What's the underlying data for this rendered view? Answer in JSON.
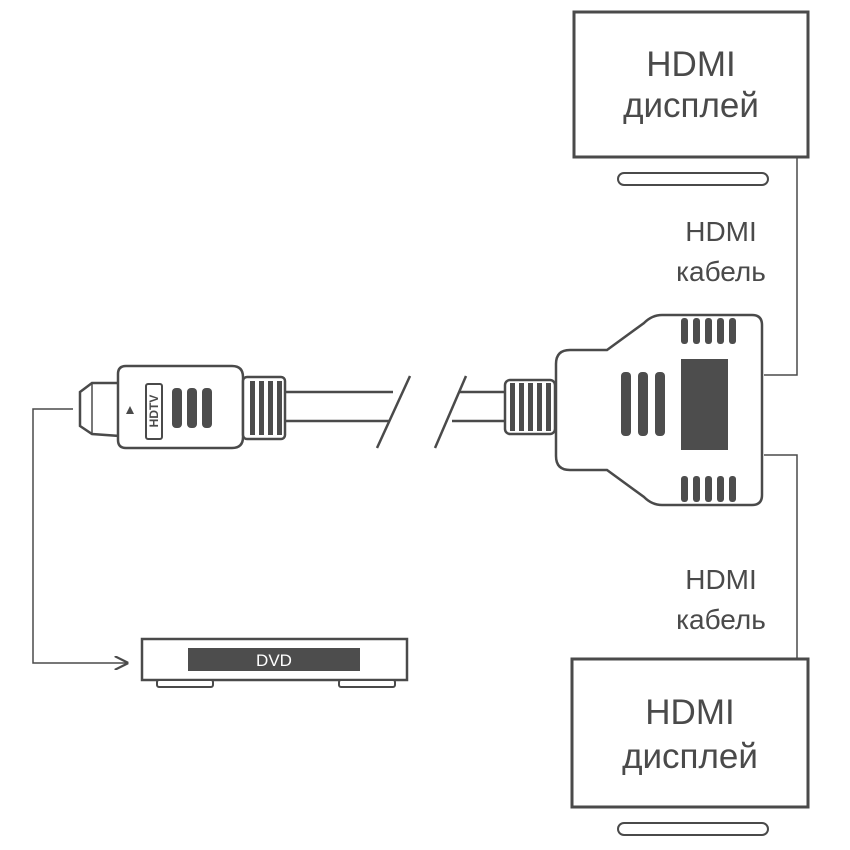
{
  "displays": {
    "top": {
      "line1": "HDMI",
      "line2": "дисплей"
    },
    "bottom": {
      "line1": "HDMI",
      "line2": "дисплей"
    }
  },
  "cables": {
    "top": {
      "line1": "HDMI",
      "line2": "кабель"
    },
    "bottom": {
      "line1": "HDMI",
      "line2": "кабель"
    }
  },
  "plug": {
    "label": "HDTV"
  },
  "dvd": {
    "label": "DVD"
  },
  "colors": {
    "stroke": "#4a4a4a",
    "fill_dark": "#4d4d4d",
    "background": "#ffffff"
  }
}
